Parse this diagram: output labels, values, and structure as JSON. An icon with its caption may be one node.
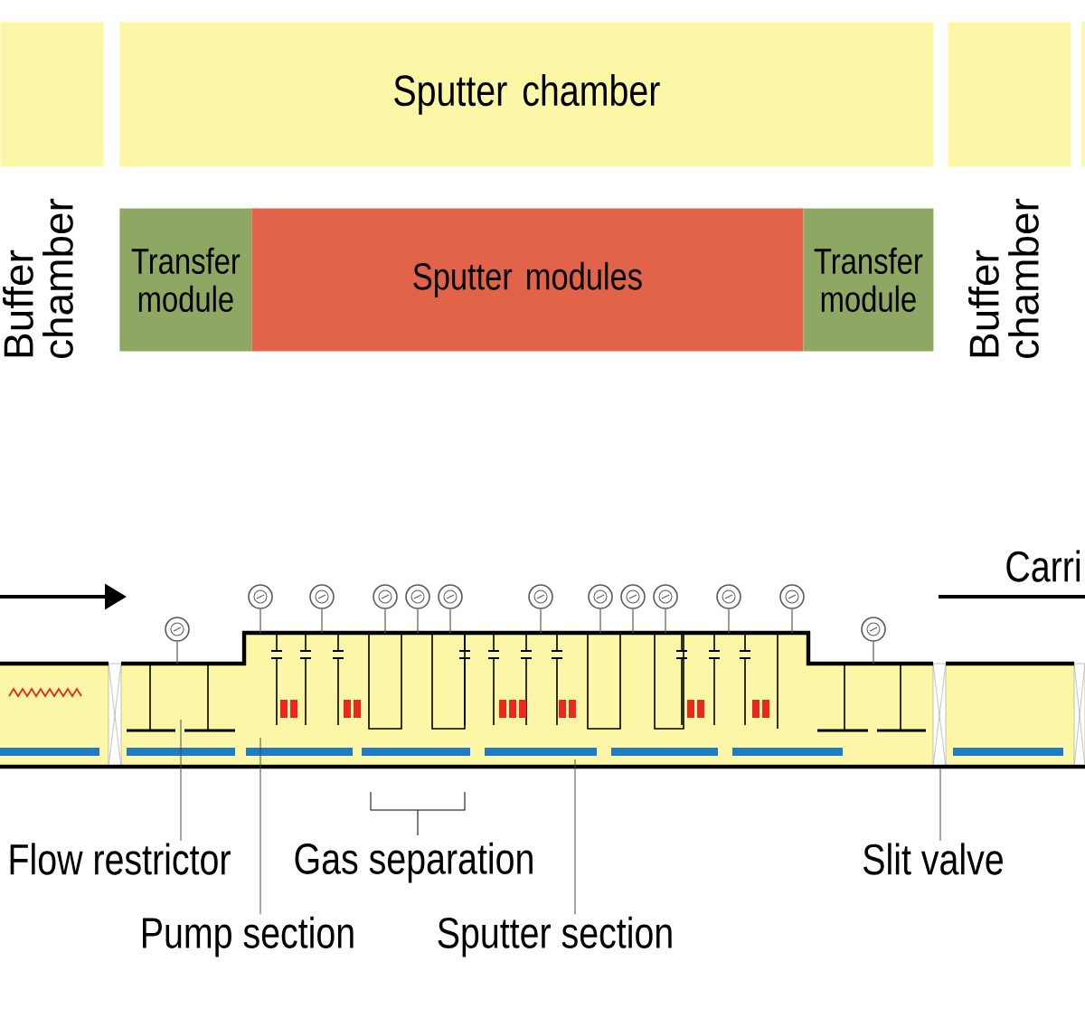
{
  "diagram": {
    "nodes": [
      {
        "text": [],
        "shape": "box"
      },
      {
        "text": [
          "Sputter chamber"
        ]
      },
      {
        "text": [],
        "shape": "box"
      },
      {
        "text": [],
        "shape": "box"
      },
      {
        "text": [
          "Transfer module"
        ]
      },
      {
        "text": [
          "Sputter modules"
        ]
      },
      {
        "text": [
          "Transfer module"
        ]
      },
      {
        "text": [
          "Flow restrictor"
        ]
      },
      {
        "text": [
          "Pump section"
        ]
      },
      {
        "text": [
          "Sputter section"
        ]
      },
      {
        "text": [
          "Slit valve"
        ]
      }
    ],
    "edges": [
      {
        "from": 7,
        "to": null,
        "arrow": "none"
      },
      {
        "from": 8,
        "to": null,
        "arrow": "none"
      },
      {
        "from": 9,
        "to": null,
        "arrow": "none"
      },
      {
        "from": 10,
        "to": null,
        "arrow": "none"
      }
    ],
    "labels": [
      "Buffer chamber",
      "Buffer chamber",
      "Carri",
      "Gas separation"
    ]
  }
}
